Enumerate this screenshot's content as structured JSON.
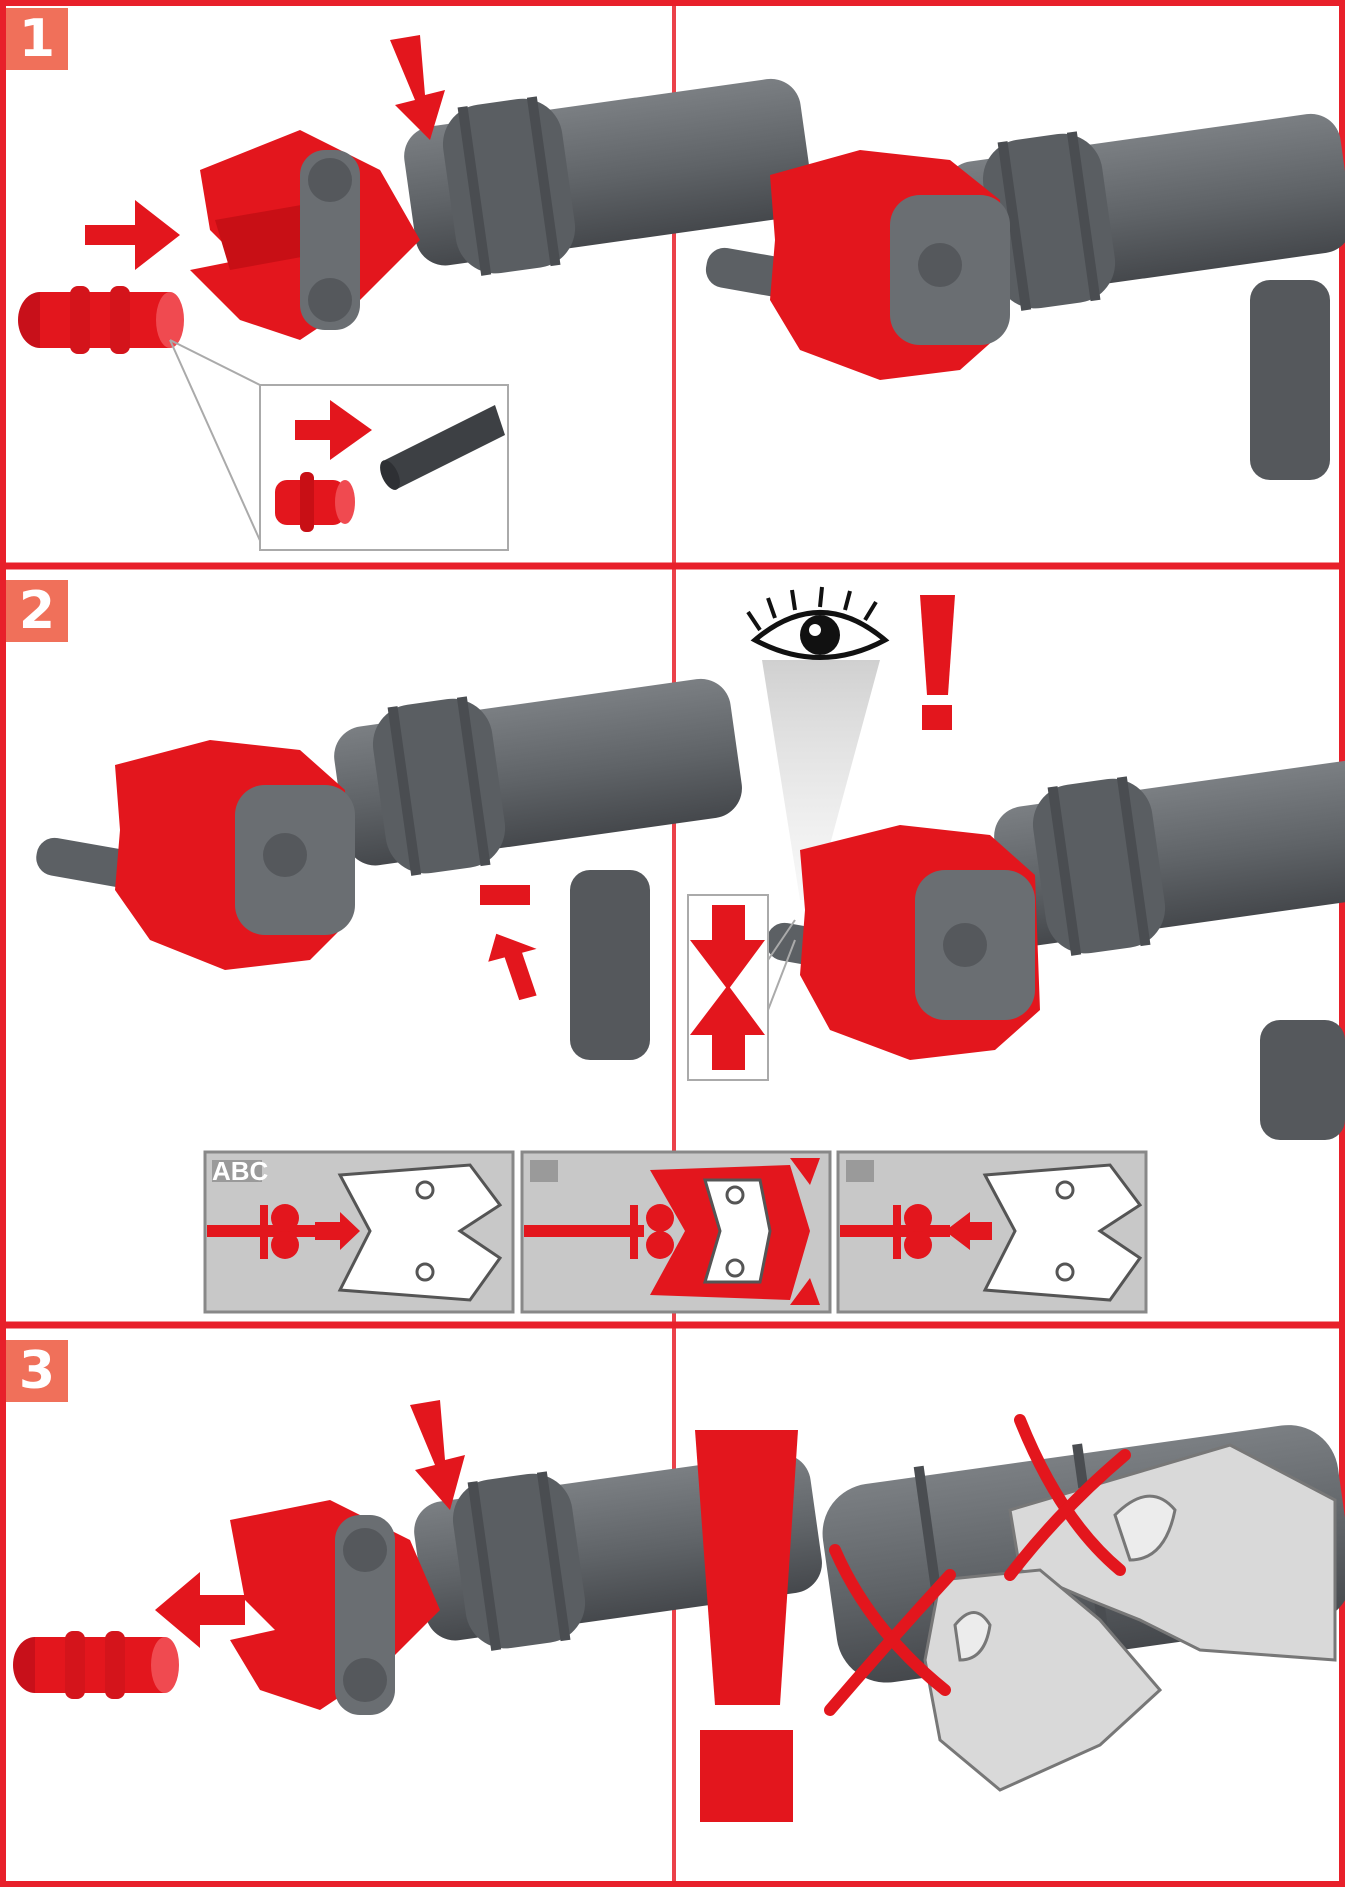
{
  "steps": [
    {
      "number": "1"
    },
    {
      "number": "2"
    },
    {
      "number": "3"
    }
  ],
  "jaw_diagram": {
    "panels": [
      {
        "label": "ABC"
      },
      {
        "label": ""
      },
      {
        "label": ""
      }
    ]
  },
  "colors": {
    "frame": "#e8202a",
    "badge": "#f0705a",
    "tool": "#666a6e",
    "tool_dark": "#4a4d51",
    "jaw": "#e3161d",
    "panel_bg": "#c8c8c8",
    "glove": "#d9d9d9"
  },
  "icons": [
    "down-arrow-icon",
    "right-arrow-icon",
    "eye-icon",
    "exclamation-icon",
    "cross-icon",
    "compress-arrows-icon"
  ]
}
